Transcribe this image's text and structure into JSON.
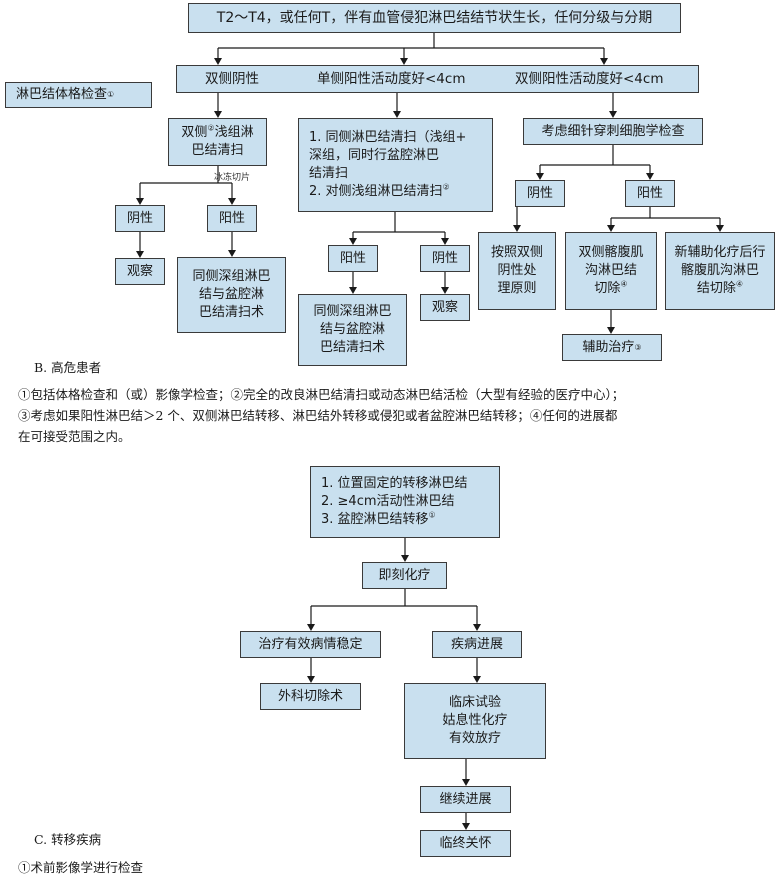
{
  "section_b": {
    "top_box": "T2～T4，或任何T，伴有血管侵犯淋巴结结节状生长，任何分级与分期",
    "lymph_exam": "淋巴结体格检查",
    "lymph_exam_sup": "①",
    "bar_left": "双侧阴性",
    "bar_mid": "单侧阳性活动度好<4cm",
    "bar_right": "双侧阳性活动度好<4cm",
    "bilateral_a": "双侧",
    "bilateral_sup": "②",
    "bilateral_b": "浅组淋\n巴结清扫",
    "frozen": "冰冻切片",
    "neg1": "阴性",
    "pos1": "阳性",
    "observe1": "观察",
    "same_deep1": "同侧深组淋巴\n结与盆腔淋\n巴结清扫术",
    "mid_item1": "1. 同侧淋巴结清扫（浅组+\n深组，同时行盆腔淋巴\n结清扫",
    "mid_item2": "2. 对侧浅组淋巴结清扫",
    "mid_item2_sup": "②",
    "pos2": "阳性",
    "neg2": "阴性",
    "same_deep2": "同侧深组淋巴\n结与盆腔淋\n巴结清扫术",
    "observe2": "观察",
    "fna": "考虑细针穿刺细胞学检查",
    "neg3": "阴性",
    "pos3": "阳性",
    "neg_principle": "按照双侧\n阴性处\n理原则",
    "bilateral_iliac": "双侧髂腹肌\n沟淋巴结\n切除",
    "bilateral_iliac_sup": "④",
    "neoadj": "新辅助化疗后行\n髂腹肌沟淋巴\n结切除",
    "neoadj_sup": "④",
    "adjuvant": "辅助治疗",
    "adjuvant_sup": "③"
  },
  "caption_b": "B. 高危患者",
  "notes_b": [
    "①包括体格检查和（或）影像学检查；②完全的改良淋巴结清扫或动态淋巴结活检（大型有经验的医疗中心）；",
    "③考虑如果阳性淋巴结＞2 个、双侧淋巴结转移、淋巴结外转移或侵犯或者盆腔淋巴结转移；④任何的进展都",
    "在可接受范围之内。"
  ],
  "section_c": {
    "box_item1": "1. 位置固定的转移淋巴结",
    "box_item2": "2. ≥4cm活动性淋巴结",
    "box_item3": "3. 盆腔淋巴结转移",
    "box_item3_sup": "①",
    "chemo": "即刻化疗",
    "stable": "治疗有效病情稳定",
    "progress": "疾病进展",
    "surgery": "外科切除术",
    "trial": "临床试验\n姑息性化疗\n有效放疗",
    "cont_progress": "继续进展",
    "hospice": "临终关怀"
  },
  "caption_c": "C. 转移疾病",
  "note_c": "①术前影像学进行检查",
  "colors": {
    "box_fill": "#c9e0ef",
    "line": "#1a1a1a"
  }
}
